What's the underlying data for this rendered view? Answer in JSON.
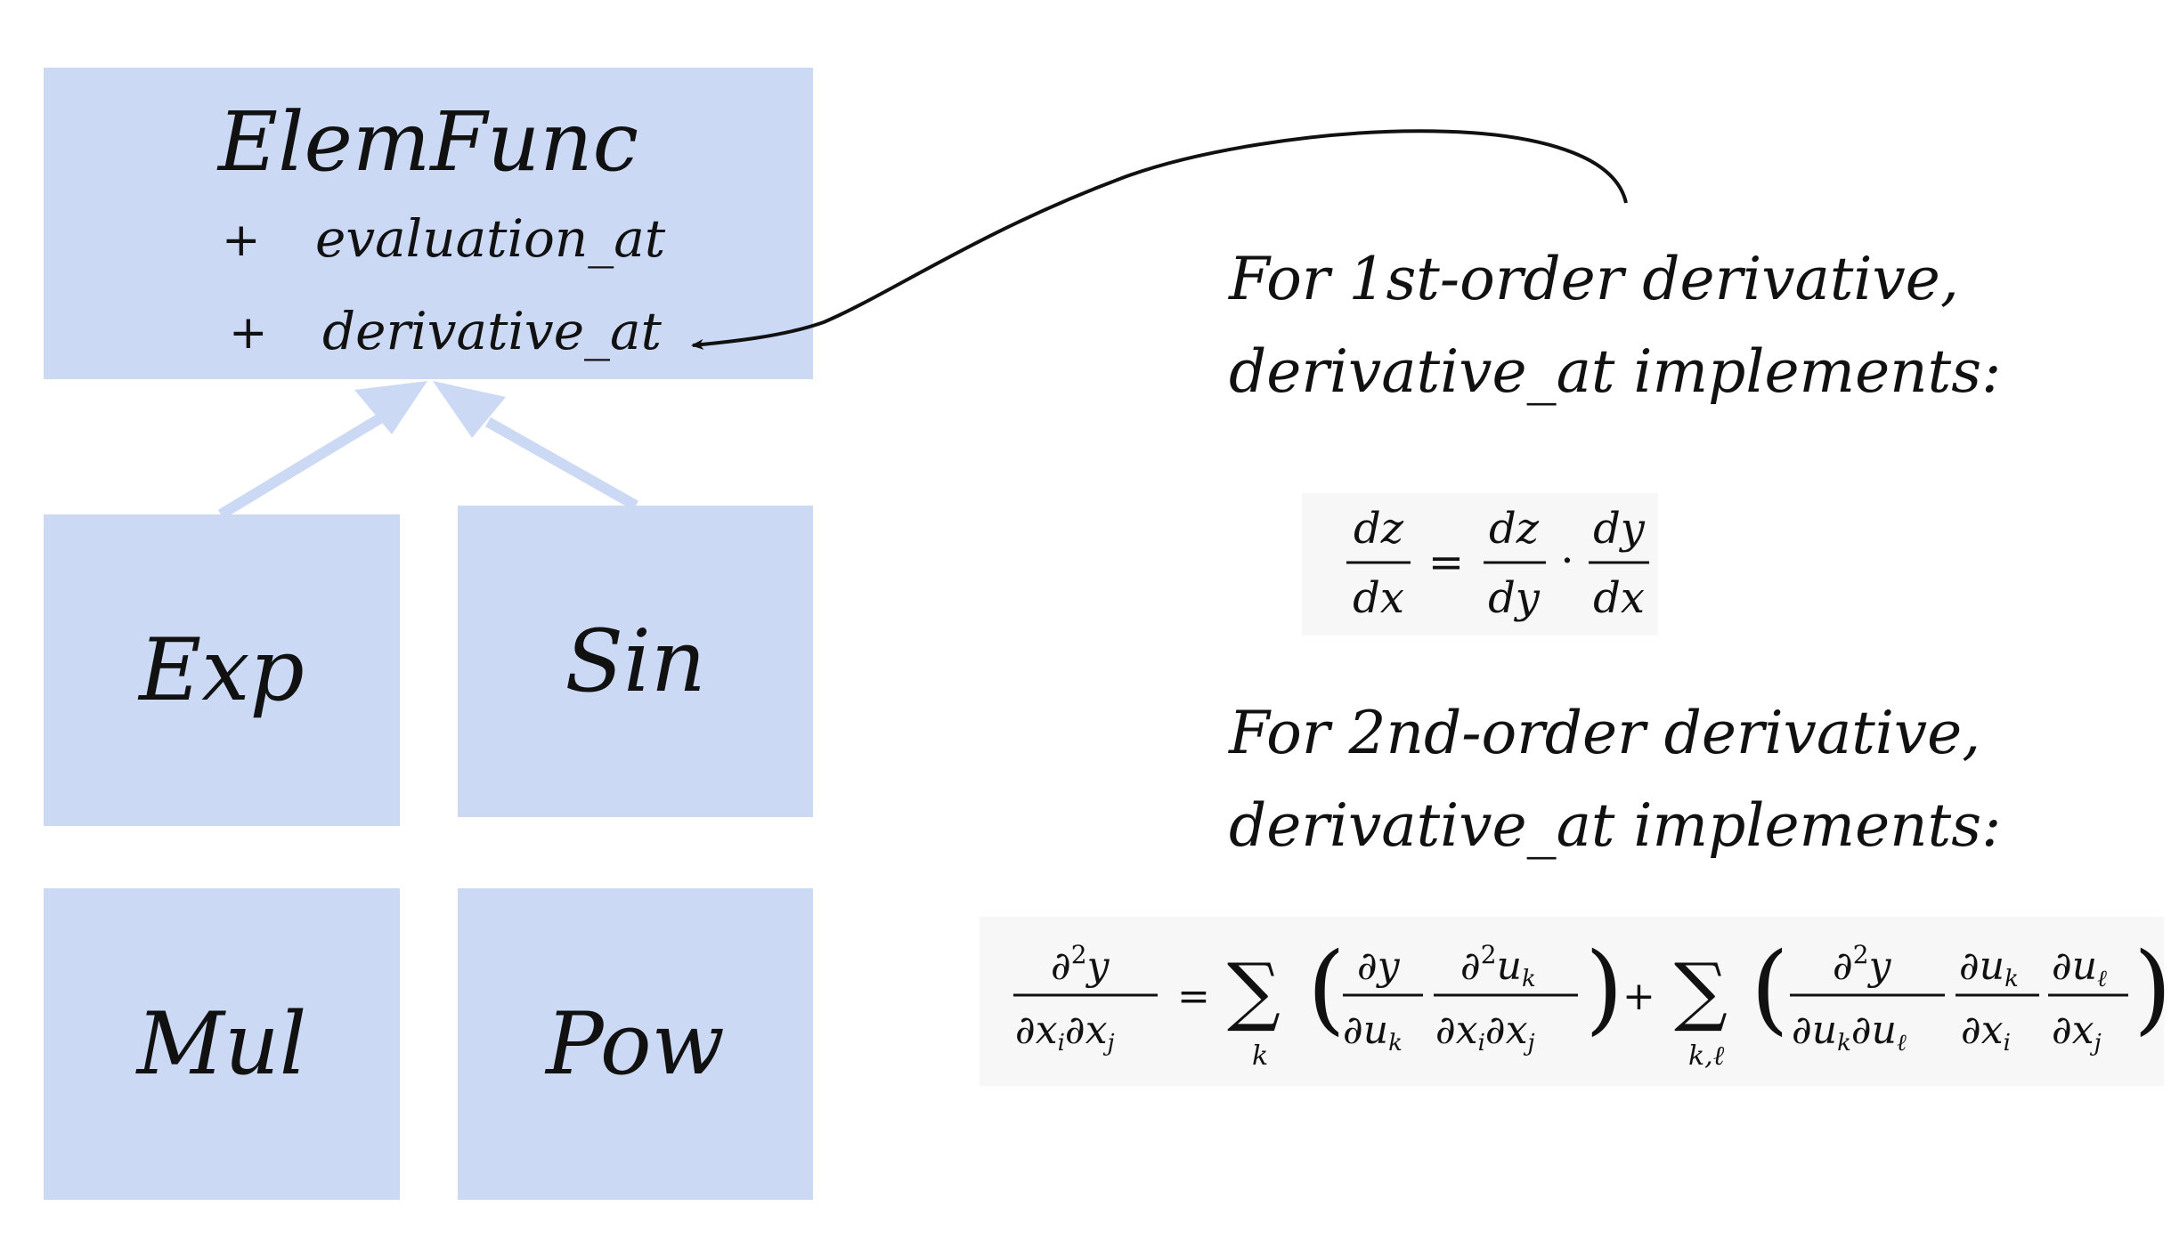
{
  "diagram": {
    "parent": {
      "title": "ElemFunc",
      "methods": [
        {
          "symbol": "+",
          "name": "evaluation_at"
        },
        {
          "symbol": "+",
          "name": "derivative_at"
        }
      ]
    },
    "children": [
      {
        "label": "Exp"
      },
      {
        "label": "Sin"
      },
      {
        "label": "Mul"
      },
      {
        "label": "Pow"
      }
    ],
    "notes": {
      "first_order": {
        "line1": "For 1st-order derivative,",
        "line2": "derivative_at implements:"
      },
      "second_order": {
        "line1": "For 2nd-order derivative,",
        "line2": "derivative_at implements:"
      }
    },
    "formula1": {
      "dz": "dz",
      "dx": "dx",
      "dy": "dy",
      "eq": "=",
      "dot": "·"
    },
    "formula2": {
      "partial": "∂",
      "sum": "∑",
      "y": "y",
      "u_k": "u",
      "k": "k",
      "kl": "k,ℓ",
      "ell": "ℓ",
      "x": "x",
      "i": "i",
      "j": "j",
      "two": "2",
      "eq": "=",
      "plus": "+"
    },
    "colors": {
      "box_fill": "#cbd9f4",
      "arrow": "#111111",
      "inherit_arrow": "#cbd9f4"
    }
  }
}
